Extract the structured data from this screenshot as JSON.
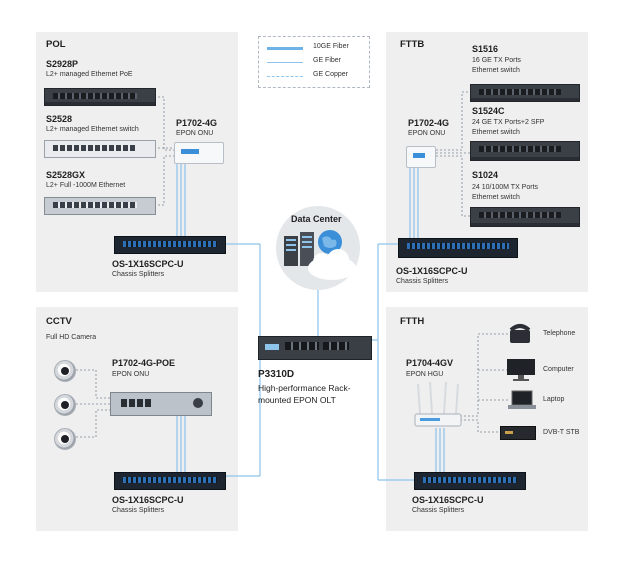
{
  "legend": {
    "items": [
      {
        "label": "10GE Fiber",
        "style": "thick-blue"
      },
      {
        "label": "GE Fiber",
        "style": "blue"
      },
      {
        "label": "GE Copper",
        "style": "dashed-blue"
      }
    ]
  },
  "colors": {
    "fiber": "#8ec3ec",
    "fiber_thick": "#6fb2e6",
    "copper": "#7a8696",
    "panel": "#efefef"
  },
  "pol": {
    "title": "POL",
    "switches": [
      {
        "name": "S2928P",
        "desc": "L2+ managed Ethernet PoE"
      },
      {
        "name": "S2528",
        "desc": "L2+ managed Ethernet switch"
      },
      {
        "name": "S2528GX",
        "desc": "L2+ Full -1000M Ethernet"
      }
    ],
    "onu": {
      "name": "P1702-4G",
      "desc": "EPON ONU"
    },
    "splitter": {
      "name": "OS-1X16SCPC-U",
      "desc": "Chassis  Splitters"
    }
  },
  "fttb": {
    "title": "FTTB",
    "switches": [
      {
        "name": "S1516",
        "desc1": "16 GE TX Ports",
        "desc2": "Ethernet switch"
      },
      {
        "name": "S1524C",
        "desc1": "24 GE TX Ports+2 SFP",
        "desc2": "Ethernet switch"
      },
      {
        "name": "S1024",
        "desc1": "24 10/100M TX Ports",
        "desc2": "Ethernet switch"
      }
    ],
    "onu": {
      "name": "P1702-4G",
      "desc": "EPON ONU"
    },
    "splitter": {
      "name": "OS-1X16SCPC-U",
      "desc": "Chassis  Splitters"
    }
  },
  "cctv": {
    "title": "CCTV",
    "camera_label": "Full HD Camera",
    "onu": {
      "name": "P1702-4G-POE",
      "desc": "EPON ONU"
    },
    "splitter": {
      "name": "OS-1X16SCPC-U",
      "desc": "Chassis  Splitters"
    }
  },
  "ftth": {
    "title": "FTTH",
    "hgu": {
      "name": "P1704-4GV",
      "desc": "EPON HGU"
    },
    "endpoints": [
      "Telephone",
      "Computer",
      "Laptop",
      "DVB-T STB"
    ],
    "splitter": {
      "name": "OS-1X16SCPC-U",
      "desc": "Chassis  Splitters"
    }
  },
  "center": {
    "data_center": "Data Center",
    "olt": {
      "name": "P3310D",
      "desc1": "High-performance  Rack-",
      "desc2": "mounted EPON OLT"
    }
  }
}
